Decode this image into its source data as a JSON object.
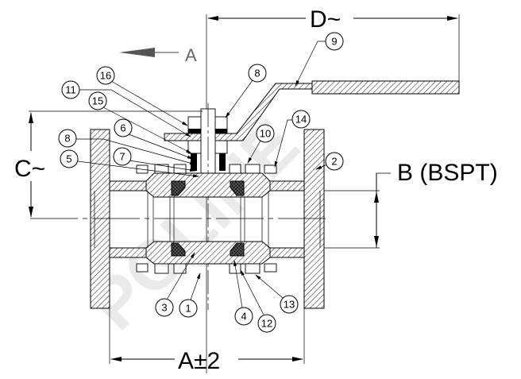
{
  "title": "3-piece ball valve sectional drawing",
  "watermark": "POLINE",
  "dimensions": {
    "a": "A±2",
    "b": "B (BSPT)",
    "c": "C~",
    "d": "D~"
  },
  "view_arrow_label": "A",
  "balloons": {
    "b1": "1",
    "b2": "2",
    "b3": "3",
    "b4": "4",
    "b5": "5",
    "b6": "6",
    "b7": "7",
    "b8a": "8",
    "b8b": "8",
    "b9": "9",
    "b10": "10",
    "b11": "11",
    "b12": "12",
    "b13": "13",
    "b14": "14",
    "b15": "15",
    "b16": "16"
  },
  "colors": {
    "line": "#000000",
    "arrow_fill": "#555555",
    "watermark": "#000000"
  }
}
